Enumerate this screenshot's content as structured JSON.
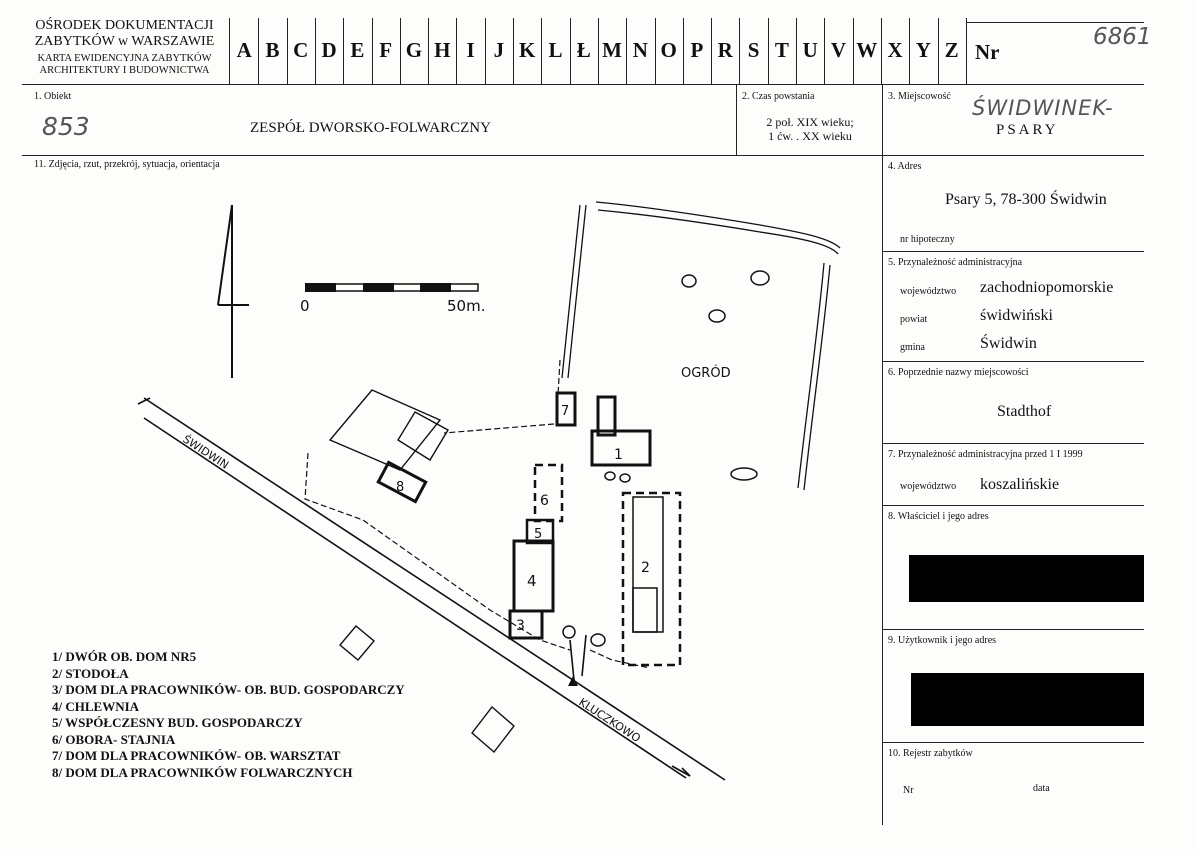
{
  "header": {
    "institution": [
      "OŚRODEK DOKUMENTACJI",
      "ZABYTKÓW w WARSZAWIE"
    ],
    "card_title": [
      "KARTA EWIDENCYJNA ZABYTKÓW",
      "ARCHITEKTURY I BUDOWNICTWA"
    ],
    "letters": [
      "A",
      "B",
      "C",
      "D",
      "E",
      "F",
      "G",
      "H",
      "I",
      "J",
      "K",
      "L",
      "Ł",
      "M",
      "N",
      "O",
      "P",
      "R",
      "S",
      "T",
      "U",
      "V",
      "W",
      "X",
      "Y",
      "Z"
    ],
    "nr_label": "Nr",
    "nr_value": "6861"
  },
  "object": {
    "label": "1. Obiekt",
    "handwritten_number": "853",
    "name": "ZESPÓŁ DWORSKO-FOLWARCZNY"
  },
  "period": {
    "label": "2. Czas powstania",
    "line1": "2 poł. XIX wieku;",
    "line2": "1 ćw. . XX wieku"
  },
  "locality": {
    "label": "3. Miejscowość",
    "handwritten": "ŚWIDWINEK-",
    "typed": "PSARY"
  },
  "photos": {
    "label": "11. Zdjęcia, rzut, przekrój, sytuacja, orientacja"
  },
  "address": {
    "label": "4. Adres",
    "value": "Psary 5, 78-300 Świdwin",
    "mortgage_label": "nr hipoteczny"
  },
  "admin": {
    "label": "5. Przynależność administracyjna",
    "voivodeship_label": "województwo",
    "voivodeship": "zachodniopomorskie",
    "county_label": "powiat",
    "county": "świdwiński",
    "commune_label": "gmina",
    "commune": "Świdwin"
  },
  "former_names": {
    "label": "6. Poprzednie nazwy miejscowości",
    "value": "Stadthof"
  },
  "admin_before": {
    "label": "7. Przynależność administracyjna przed 1 I 1999",
    "voivodeship_label": "województwo",
    "voivodeship": "koszalińskie"
  },
  "owner": {
    "label": "8. Właściciel i jego adres"
  },
  "user": {
    "label": "9. Użytkownik i jego adres"
  },
  "register": {
    "label": "10. Rejestr zabytków",
    "nr_label": "Nr",
    "date_label": "data"
  },
  "plan": {
    "scale_start": "0",
    "scale_end": "50m.",
    "garden": "OGRÓD",
    "road1": "ŚWIDWIN",
    "road2": "KLUCZKOWO",
    "building_numbers": [
      "1",
      "2",
      "3",
      "4",
      "5",
      "6",
      "7",
      "8"
    ]
  },
  "legend": [
    "1/ DWÓR OB. DOM NR5",
    "2/ STODOŁA",
    "3/ DOM DLA PRACOWNIKÓW- OB. BUD. GOSPODARCZY",
    "4/ CHLEWNIA",
    "5/ WSPÓŁCZESNY BUD. GOSPODARCZY",
    "6/ OBORA- STAJNIA",
    "7/ DOM DLA PRACOWNIKÓW- OB. WARSZTAT",
    "8/ DOM DLA PRACOWNIKÓW  FOLWARCZNYCH"
  ]
}
